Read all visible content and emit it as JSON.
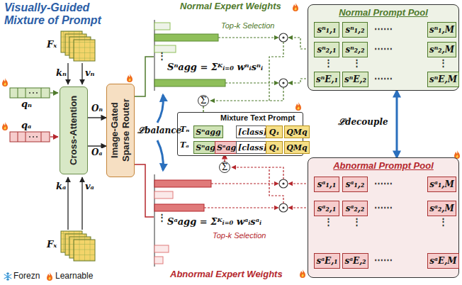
{
  "diagram": {
    "title": "Visually-Guided Mixture of Prompt",
    "nodes": [
      {
        "text": [
          "Cross-Attention"
        ]
      },
      {
        "text": [
          "Image-Gated Sparse Router"
        ]
      },
      {
        "text": [
          "Normal Prompt Pool"
        ]
      },
      {
        "text": [
          "sⁿ₁,₁"
        ],
        "in": 2
      },
      {
        "text": [
          "sⁿ₁,₂"
        ],
        "in": 2
      },
      {
        "text": [
          "sⁿ₁,M"
        ],
        "in": 2
      },
      {
        "text": [
          "sⁿ₂,₁"
        ],
        "in": 2
      },
      {
        "text": [
          "sⁿ₂,₂"
        ],
        "in": 2
      },
      {
        "text": [
          "sⁿ₂,M"
        ],
        "in": 2
      },
      {
        "text": [
          "sⁿE,₁"
        ],
        "in": 2
      },
      {
        "text": [
          "sⁿE,₂"
        ],
        "in": 2
      },
      {
        "text": [
          "sⁿE,M"
        ],
        "in": 2
      },
      {
        "text": [
          "Σ"
        ]
      },
      {
        "text": [
          "Mixture Text Prompt"
        ]
      },
      {
        "text": [
          "Sⁿagg"
        ],
        "in": 13
      },
      {
        "text": [
          "[class]"
        ],
        "in": 13
      },
      {
        "text": [
          "Q₁"
        ],
        "in": 13
      },
      {
        "text": [
          "QMq"
        ],
        "in": 13
      },
      {
        "text": [
          "Sⁿagg"
        ],
        "in": 13
      },
      {
        "text": [
          "Sᵃagg"
        ],
        "in": 13
      },
      {
        "text": [
          "[class]"
        ],
        "in": 13
      },
      {
        "text": [
          "Q₁"
        ],
        "in": 13
      },
      {
        "text": [
          "QMq"
        ],
        "in": 13
      },
      {
        "text": [
          "Σ"
        ]
      },
      {
        "text": [
          "Abnormal Prompt Pool"
        ]
      },
      {
        "text": [
          "sᵃ₁,₁"
        ],
        "in": 24
      },
      {
        "text": [
          "sᵃ₁,₂"
        ],
        "in": 24
      },
      {
        "text": [
          "sᵃ₁,M"
        ],
        "in": 24
      },
      {
        "text": [
          "sᵃ₂,₁"
        ],
        "in": 24
      },
      {
        "text": [
          "sᵃ₂,₂"
        ],
        "in": 24
      },
      {
        "text": [
          "sᵃ₂,M"
        ],
        "in": 24
      },
      {
        "text": [
          "sᵃE,₁"
        ],
        "in": 24
      },
      {
        "text": [
          "sᵃE,₂"
        ],
        "in": 24
      },
      {
        "text": [
          "sᵃE,M"
        ],
        "in": 24
      }
    ],
    "edges": [
      {
        "from": 0,
        "to": 1,
        "label": "Oₙ",
        "arrow": "to"
      },
      {
        "from": 0,
        "to": 1,
        "label": "Oₐ",
        "arrow": "to"
      },
      {
        "from": 12,
        "to": 14,
        "arrow": "to"
      },
      {
        "from": 23,
        "to": 19,
        "arrow": "to"
      },
      {
        "from": 2,
        "to": 24,
        "label": "ℒdecouple",
        "arrow": "both"
      }
    ],
    "labels": [
      "Fₓ",
      "kₙ",
      "vₙ",
      "qₙ",
      "qₐ",
      "kₐ",
      "vₐ",
      "Fₓ",
      "Normal Expert Weights",
      "Top-k Selection",
      "⋮",
      "Sⁿagg = Σᴷᵢ₌₀ wⁿᵢsⁿᵢ",
      "ℒbalance",
      "Tₙ",
      "Tₐ",
      "⋯⋯",
      "⋯⋯",
      "⋯⋯",
      "⋮",
      "⋮",
      "⋮",
      "Top-k Selection",
      "⋮",
      "Sᵃagg = Σᴷᵢ₌₀ wᵃᵢsᵃᵢ",
      "Abnormal Expert Weights",
      "⋯⋯",
      "⋯⋯",
      "⋯⋯",
      "⋮",
      "⋮",
      "⋮"
    ],
    "legend": [
      {
        "text": "Forezn"
      },
      {
        "text": "Learnable"
      }
    ]
  }
}
